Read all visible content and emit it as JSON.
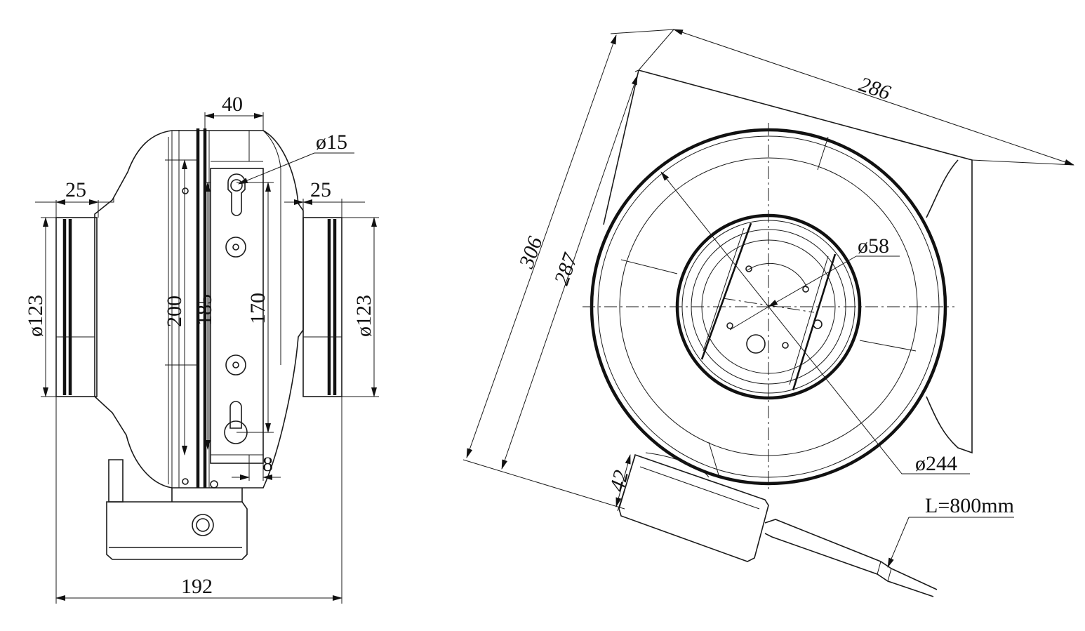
{
  "side_view": {
    "inlet_length_left": "25",
    "inlet_length_right": "25",
    "housing_depth": "40",
    "mount_hole_dia": "ø15",
    "inlet_dia_left": "ø123",
    "inlet_dia_right": "ø123",
    "height_outer": "200",
    "height_flange": "185",
    "hole_spacing": "170",
    "bracket_offset": "8",
    "total_width": "192"
  },
  "front_view": {
    "overall_width": "286",
    "overall_height": "306",
    "housing_height": "287",
    "hub_dia": "ø58",
    "housing_dia": "ø244",
    "terminal_box": "42",
    "cable_length": "L=800mm"
  }
}
